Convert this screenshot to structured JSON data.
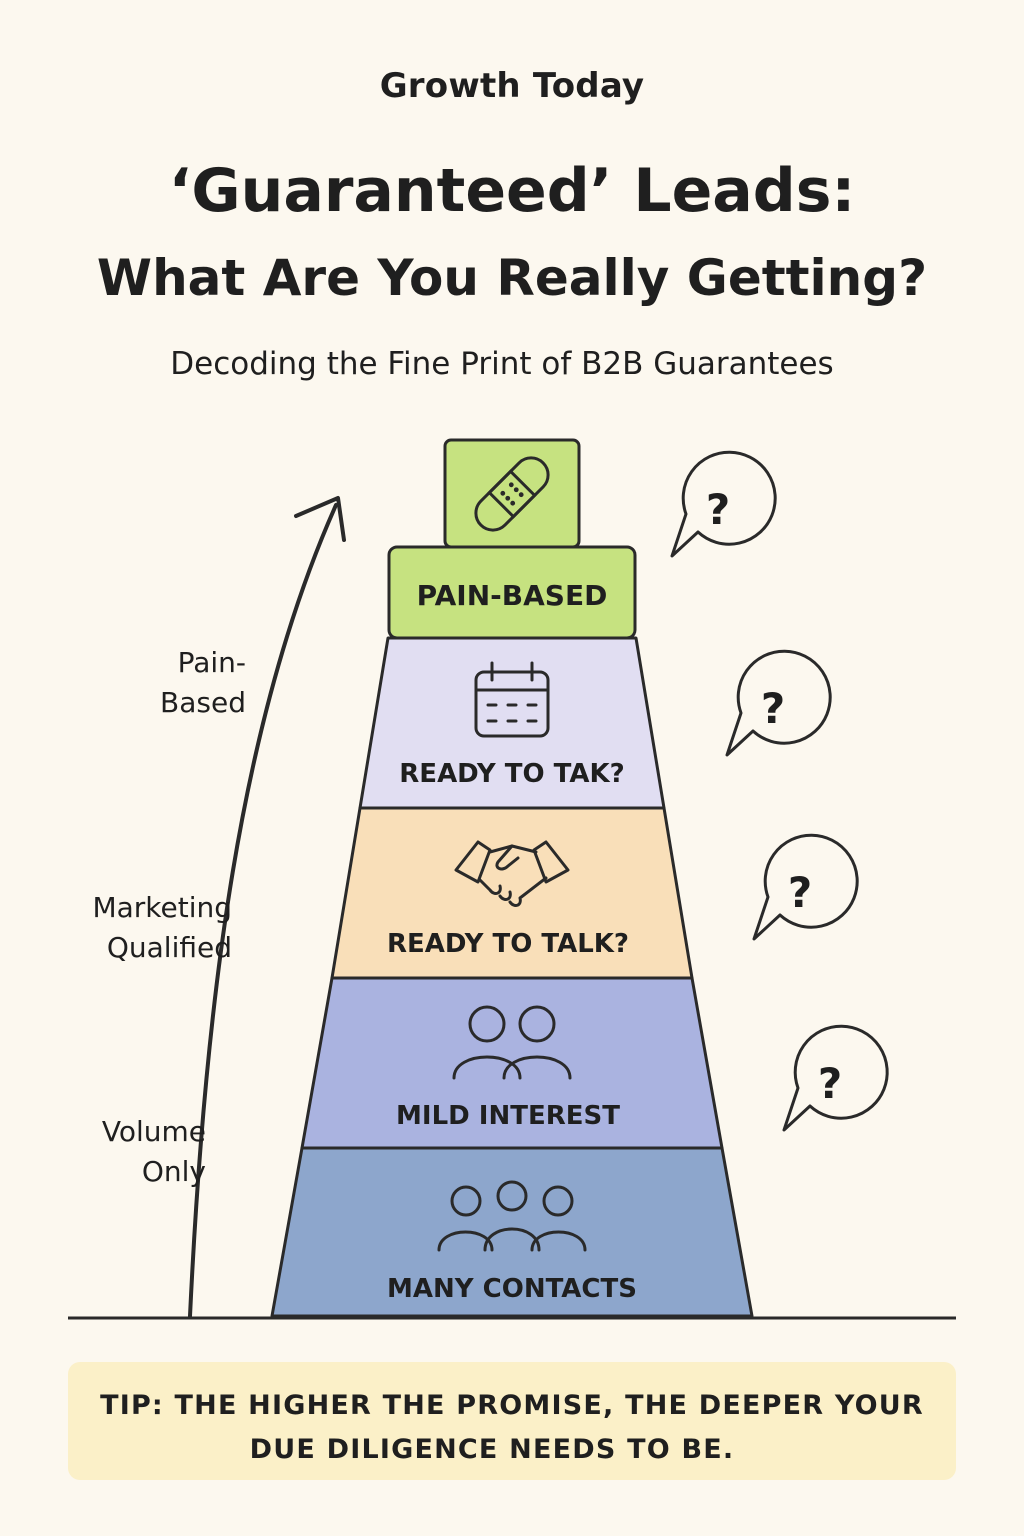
{
  "header": {
    "brand": "Growth Today",
    "title_line1": "‘Guaranteed’ Leads:",
    "title_line2": "What Are You Really Getting?",
    "subtitle": "Decoding the Fine Print of B2B Guarantees"
  },
  "pyramid": {
    "top_icon": "bandage-icon",
    "tiers": [
      {
        "label": "PAIN-BASED",
        "icon": "",
        "color": "#c6e280"
      },
      {
        "label": "READY TO TAK?",
        "icon": "calendar-icon",
        "color": "#e1def2"
      },
      {
        "label": "READY TO TALK?",
        "icon": "handshake-icon",
        "color": "#f9dfb9"
      },
      {
        "label": "MILD INTEREST",
        "icon": "two-people-icon",
        "color": "#aab3e0"
      },
      {
        "label": "MANY CONTACTS",
        "icon": "three-people-icon",
        "color": "#8da6cc"
      }
    ],
    "question_mark": "?"
  },
  "axis": {
    "labels": [
      {
        "line1": "Pain-",
        "line2": "Based"
      },
      {
        "line1": "Marketing",
        "line2": "Qualified"
      },
      {
        "line1": "Volume",
        "line2": "Only"
      }
    ]
  },
  "tip": {
    "line1": "TIP: THE HIGHER THE PROMISE, THE DEEPER YOUR",
    "line2": "DUE DILIGENCE NEEDS TO BE."
  },
  "colors": {
    "background": "#fcf8ef",
    "outline": "#2a2a2a",
    "tip_background": "#fbf0c8"
  }
}
